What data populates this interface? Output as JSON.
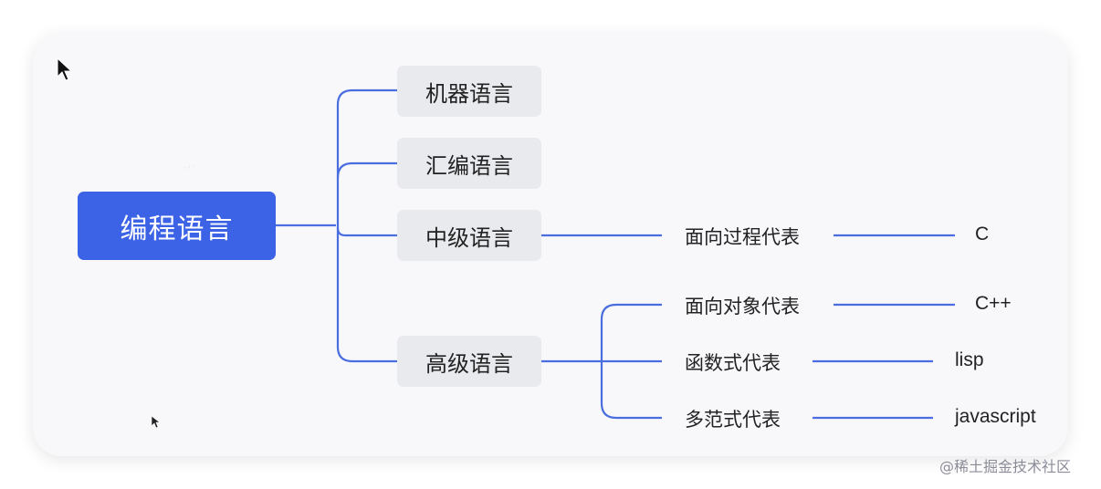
{
  "root": {
    "label": "编程语言"
  },
  "branches": [
    {
      "label": "机器语言"
    },
    {
      "label": "汇编语言"
    },
    {
      "label": "中级语言"
    },
    {
      "label": "高级语言"
    }
  ],
  "paradigms": [
    {
      "label": "面向过程代表",
      "example": "C"
    },
    {
      "label": "面向对象代表",
      "example": "C++"
    },
    {
      "label": "函数式代表",
      "example": "lisp"
    },
    {
      "label": "多范式代表",
      "example": "javascript"
    }
  ],
  "colors": {
    "accent": "#3c63e6",
    "line": "#4a6ee0",
    "node_bg": "#e9eaee"
  },
  "credit": "@稀土掘金技术社区",
  "icons": [
    "arrow-cursor-icon",
    "small-cursor-icon"
  ]
}
